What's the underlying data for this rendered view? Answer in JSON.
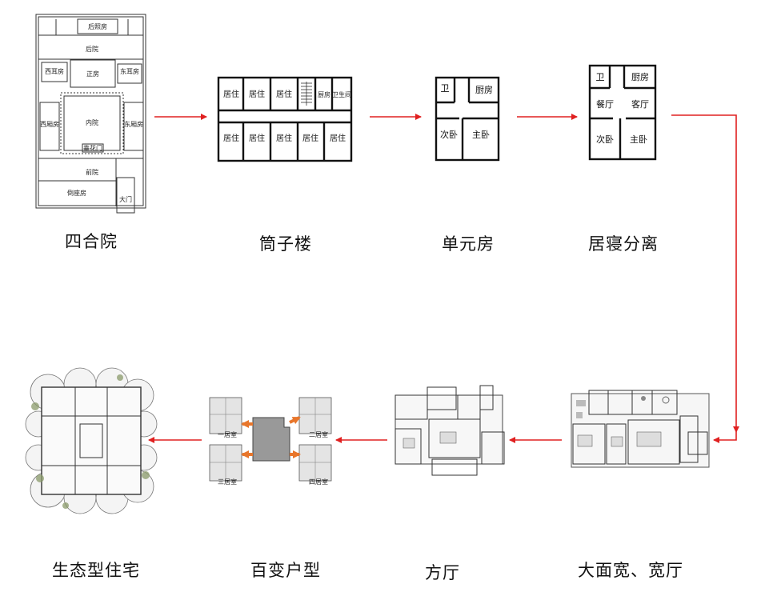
{
  "stages": [
    {
      "id": "siheyuan",
      "label": "四合院",
      "rooms": [
        "后照房",
        "后院",
        "西耳房",
        "正房",
        "东耳房",
        "西厢房",
        "内院",
        "东厢房",
        "垂花门",
        "前院",
        "倒座房",
        "大门"
      ]
    },
    {
      "id": "tongzilou",
      "label": "筒子楼",
      "rooms": [
        "居住",
        "居住",
        "居住",
        "厨房",
        "卫生间",
        "居住",
        "居住",
        "居住",
        "居住",
        "居住"
      ]
    },
    {
      "id": "danyuanfang",
      "label": "单元房",
      "rooms": [
        "卫",
        "厨房",
        "次卧",
        "主卧"
      ]
    },
    {
      "id": "juqinfenli",
      "label": "居寝分离",
      "rooms": [
        "卫",
        "厨房",
        "餐厅",
        "客厅",
        "次卧",
        "主卧"
      ]
    },
    {
      "id": "damiankuan",
      "label": "大面宽、宽厅"
    },
    {
      "id": "fangting",
      "label": "方厅"
    },
    {
      "id": "baibianhuxing",
      "label": "百变户型",
      "variants": [
        "一居室",
        "二居室",
        "三居室",
        "四居室"
      ]
    },
    {
      "id": "shengtai",
      "label": "生态型住宅"
    }
  ],
  "colors": {
    "arrow": "#e02020",
    "wall": "#111111",
    "orange_arrow": "#e8762b",
    "tree": "#8a9a6a"
  }
}
